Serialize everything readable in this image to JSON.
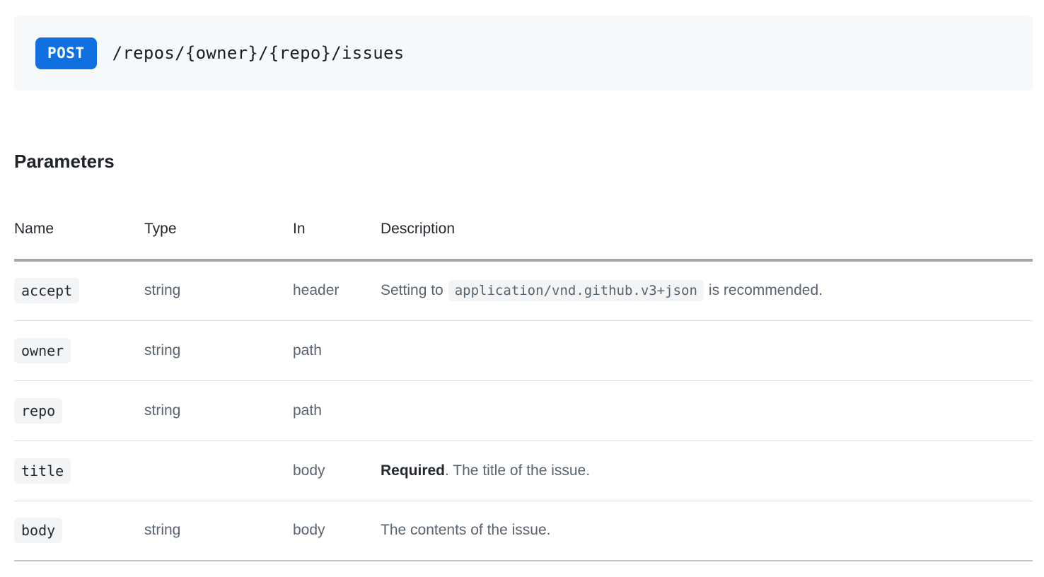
{
  "endpoint": {
    "method": "POST",
    "path": "/repos/{owner}/{repo}/issues"
  },
  "section_title": "Parameters",
  "table": {
    "headers": {
      "name": "Name",
      "type": "Type",
      "in": "In",
      "description": "Description"
    },
    "rows": [
      {
        "name": "accept",
        "type": "string",
        "in": "header",
        "desc_prefix": "Setting to",
        "desc_code": "application/vnd.github.v3+json",
        "desc_suffix": "is recommended."
      },
      {
        "name": "owner",
        "type": "string",
        "in": "path",
        "description": ""
      },
      {
        "name": "repo",
        "type": "string",
        "in": "path",
        "description": ""
      },
      {
        "name": "title",
        "type": "",
        "in": "body",
        "desc_bold": "Required",
        "desc_text": ". The title of the issue."
      },
      {
        "name": "body",
        "type": "string",
        "in": "body",
        "description": "The contents of the issue."
      }
    ]
  },
  "colors": {
    "method_badge_blue": "#1070e0",
    "endpoint_bar_bg": "#f6f8fa",
    "pill_bg": "#f3f4f6",
    "text_dark": "#1f2328",
    "text_gray": "#59636e",
    "header_border": "#a1a6ac",
    "row_divider": "#d8dee4"
  }
}
